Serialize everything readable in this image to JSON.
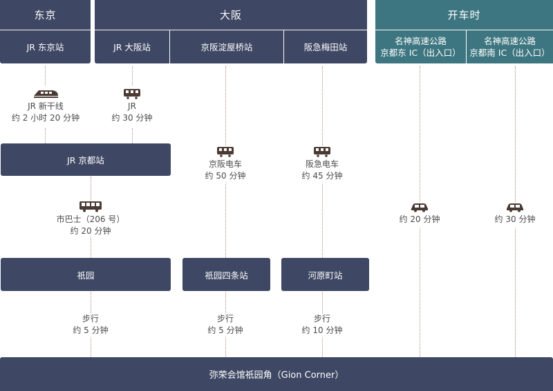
{
  "header": {
    "tokyo": "东京",
    "osaka": "大阪",
    "drive": "开车时"
  },
  "stations": {
    "jr_tokyo": "JR 东京站",
    "jr_osaka": "JR 大阪站",
    "keihan_yodoyabashi": "京阪淀屋桥站",
    "hankyu_umeda": "阪急梅田站",
    "meishin_kyoto_east_1": "名神高速公路",
    "meishin_kyoto_east_2": "京都东 IC（出入口）",
    "meishin_kyoto_south_1": "名神高速公路",
    "meishin_kyoto_south_2": "京都南 IC（出入口）"
  },
  "routes": {
    "shinkansen": {
      "name": "JR 新干线",
      "time": "约 2 小时 20 分钟",
      "icon": "shinkansen-icon"
    },
    "jr_train": {
      "name": "JR",
      "time": "约 30 分钟",
      "icon": "train-icon"
    },
    "keihan_train": {
      "name": "京阪电车",
      "time": "约 50 分钟",
      "icon": "train-icon"
    },
    "hankyu_train": {
      "name": "阪急电车",
      "time": "约 45 分钟",
      "icon": "train-icon"
    },
    "city_bus": {
      "name": "市巴士（206 号）",
      "time": "约 20 分钟",
      "icon": "bus-icon"
    },
    "car_east": {
      "time": "约 20 分钟",
      "icon": "car-icon"
    },
    "car_south": {
      "time": "约 30 分钟",
      "icon": "car-icon"
    },
    "walk_gion": {
      "name": "步行",
      "time": "约 5 分钟"
    },
    "walk_shijo": {
      "name": "步行",
      "time": "约 5 分钟"
    },
    "walk_kawaramachi": {
      "name": "步行",
      "time": "约 10 分钟"
    }
  },
  "stops": {
    "jr_kyoto": "JR 京都站",
    "gion": "祇园",
    "gion_shijo": "祇园四条站",
    "kawaramachi": "河原町站"
  },
  "destination": "弥荣会馆祇园角（Gion Corner）",
  "colors": {
    "navy": "#3e4763",
    "teal": "#3d7680",
    "dotted_line": "#b48a72",
    "icon": "#4a3a34"
  }
}
